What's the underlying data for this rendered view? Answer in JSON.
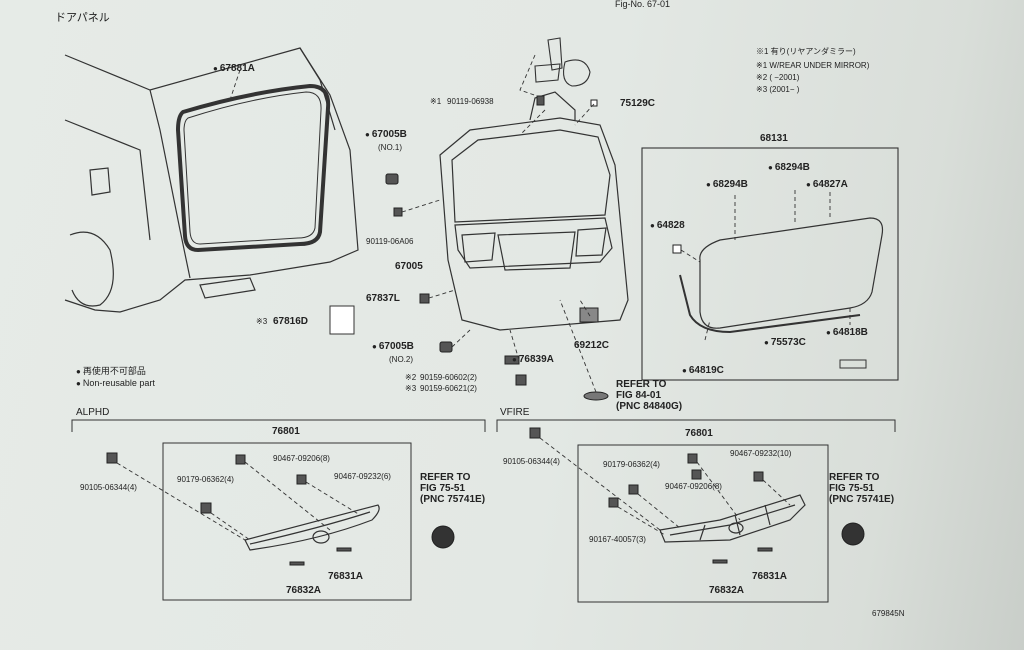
{
  "header": {
    "section_title": "ドアパネル",
    "fig_no": "Fig-No. 67-01"
  },
  "notes": {
    "n1": "※1 有り(リヤアンダミラー)",
    "n1b": "※1 W/REAR UNDER MIRROR)",
    "n2": "※2 (      −2001)",
    "n3": "※3 (2001−        )"
  },
  "legend": {
    "jp": "再使用不可部品",
    "en": "Non-reusable part"
  },
  "parts": {
    "p67881A": "67881A",
    "p67005B_1": "67005B",
    "no1": "(NO.1)",
    "p90119_06A06": "90119-06A06",
    "p67005": "67005",
    "p67837L": "67837L",
    "p67816D": "67816D",
    "mark3": "※3",
    "p67005B_2": "67005B",
    "no2": "(NO.2)",
    "p90119_06938": "90119-06938",
    "mark1": "※1",
    "p75129C": "75129C",
    "p76839A": "76839A",
    "p90159_60602": "90159-60602(2)",
    "p90159_60621": "90159-60621(2)",
    "mark2b": "※2",
    "mark3b": "※3",
    "p69212C": "69212C",
    "refer1a": "REFER TO",
    "refer1b": "FIG 84-01",
    "refer1c": "(PNC 84840G)",
    "p68131": "68131",
    "p68294B_a": "68294B",
    "p68294B_b": "68294B",
    "p64827A": "64827A",
    "p64828": "64828",
    "p64818B": "64818B",
    "p75573C": "75573C",
    "p64819C": "64819C"
  },
  "alphd": {
    "title": "ALPHD",
    "box": "76801",
    "p90105": "90105-06344(4)",
    "p90179": "90179-06362(4)",
    "p90467a": "90467-09206(8)",
    "p90467b": "90467-09232(6)",
    "refer_a": "REFER TO",
    "refer_b": "FIG 75-51",
    "refer_c": "(PNC 75741E)",
    "p76831A": "76831A",
    "p76832A": "76832A"
  },
  "vfire": {
    "title": "VFIRE",
    "box": "76801",
    "p90105": "90105-06344(4)",
    "p90179": "90179-06362(4)",
    "p90467a": "90467-09232(10)",
    "p90467b": "90467-09206(8)",
    "p90167": "90167-40057(3)",
    "refer_a": "REFER TO",
    "refer_b": "FIG 75-51",
    "refer_c": "(PNC 75741E)",
    "p76831A": "76831A",
    "p76832A": "76832A"
  },
  "footer": {
    "code": "679845N"
  }
}
